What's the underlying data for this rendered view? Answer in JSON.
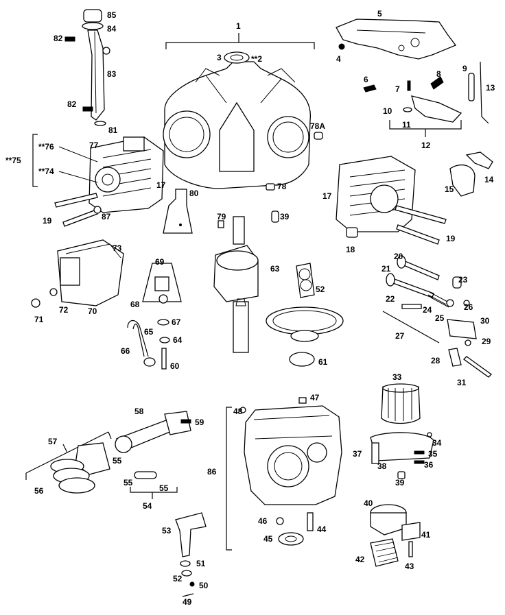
{
  "labels": {
    "l1": "1",
    "l2": "**2",
    "l3": "3",
    "l4": "4",
    "l5": "5",
    "l6": "6",
    "l7": "7",
    "l8": "8",
    "l9": "9",
    "l10": "10",
    "l11": "11",
    "l12": "12",
    "l13": "13",
    "l14": "14",
    "l15": "15",
    "l17a": "17",
    "l17b": "17",
    "l18": "18",
    "l19a": "19",
    "l19b": "19",
    "l20": "20",
    "l21": "21",
    "l22": "22",
    "l23": "23",
    "l24": "24",
    "l25": "25",
    "l26": "26",
    "l27": "27",
    "l28": "28",
    "l29": "29",
    "l30": "30",
    "l31": "31",
    "l33": "33",
    "l34": "34",
    "l35": "35",
    "l36": "36",
    "l37": "37",
    "l38": "38",
    "l39a": "39",
    "l39b": "39",
    "l40": "40",
    "l41": "41",
    "l42": "42",
    "l43": "43",
    "l44": "44",
    "l45": "45",
    "l46": "46",
    "l47": "47",
    "l48": "48",
    "l49": "49",
    "l50": "50",
    "l51": "51",
    "l52": "52",
    "l52b": "52",
    "l53": "53",
    "l54": "54",
    "l55a": "55",
    "l55b": "55",
    "l55c": "55",
    "l56": "56",
    "l57": "57",
    "l58": "58",
    "l59": "59",
    "l60": "60",
    "l61": "61",
    "l63": "63",
    "l64": "64",
    "l65": "65",
    "l66": "66",
    "l67": "67",
    "l68": "68",
    "l69": "69",
    "l70": "70",
    "l71": "71",
    "l72": "72",
    "l73": "73",
    "l74": "**74",
    "l75": "**75",
    "l76": "**76",
    "l77": "77",
    "l78": "78",
    "l78a": "78A",
    "l79": "79",
    "l80": "80",
    "l81": "81",
    "l82a": "82",
    "l82b": "82",
    "l83": "83",
    "l84": "84",
    "l85": "85",
    "l86": "86",
    "l87": "87"
  }
}
